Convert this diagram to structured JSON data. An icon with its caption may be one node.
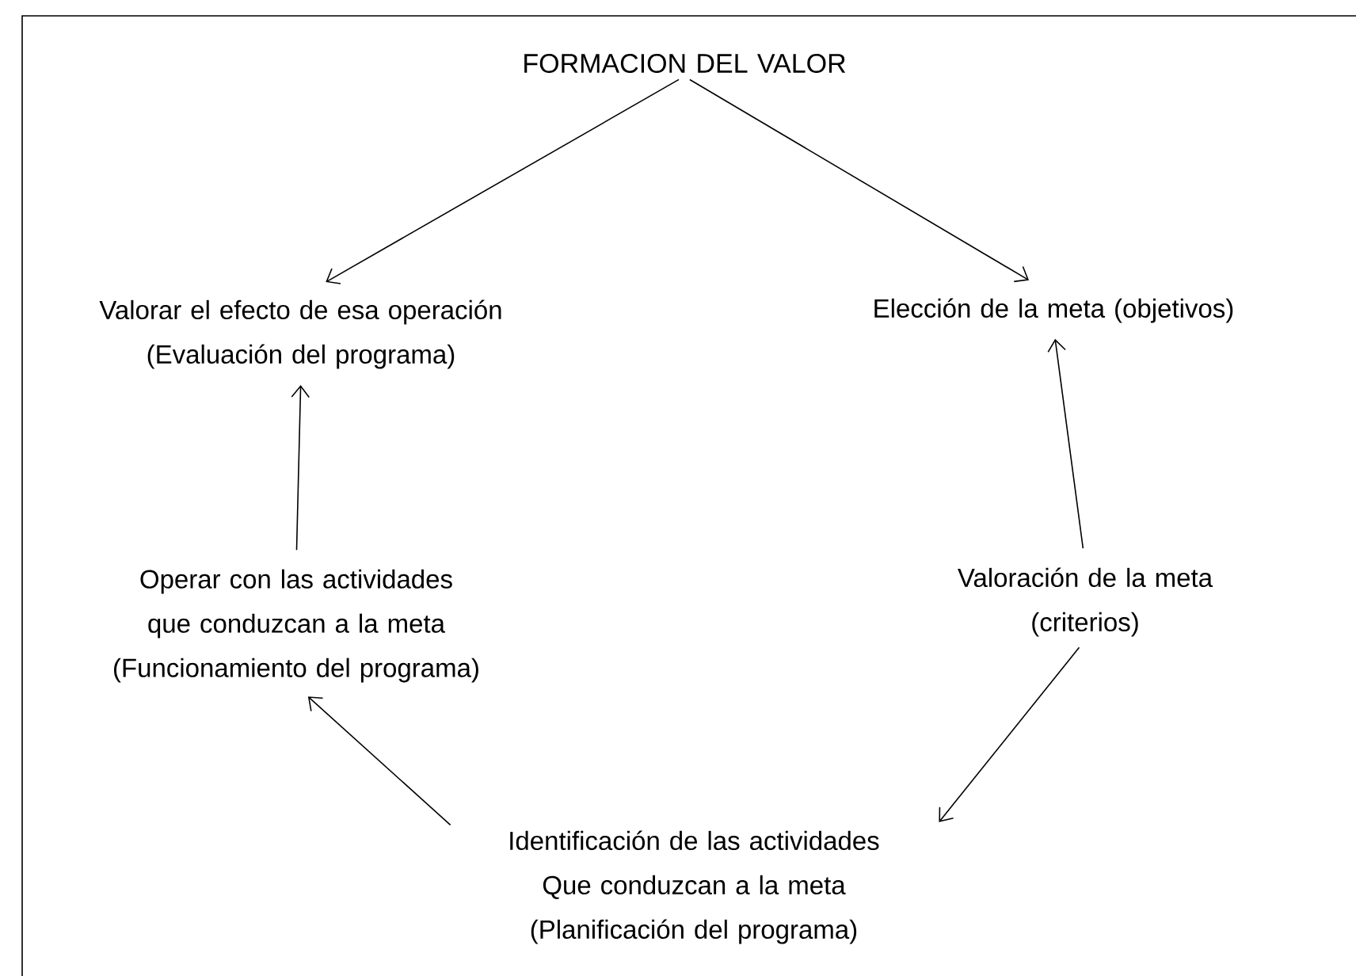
{
  "diagram": {
    "nodes": [
      {
        "text": [
          "FORMACION DEL VALOR"
        ]
      },
      {
        "text": [
          "Valorar el efecto de esa operación",
          "(Evaluación del programa)"
        ]
      },
      {
        "text": [
          "Elección de la meta (objetivos)"
        ]
      },
      {
        "text": [
          "Operar con las actividades que conduzcan a la meta",
          "(Funcionamiento del programa)"
        ]
      },
      {
        "text": [
          "Valoración de la meta",
          "(criterios)"
        ]
      },
      {
        "text": [
          "Identificación de las actividades Que conduzcan a la meta",
          "(Planificación del programa)"
        ]
      }
    ],
    "edges": [
      {
        "from": 0,
        "to": 1,
        "arrow": "to"
      },
      {
        "from": 0,
        "to": 2,
        "arrow": "to"
      },
      {
        "from": 3,
        "to": 1,
        "arrow": "to"
      },
      {
        "from": 4,
        "to": 2,
        "arrow": "to"
      },
      {
        "from": 4,
        "to": 5,
        "arrow": "to"
      },
      {
        "from": 5,
        "to": 3,
        "arrow": "to"
      }
    ]
  }
}
